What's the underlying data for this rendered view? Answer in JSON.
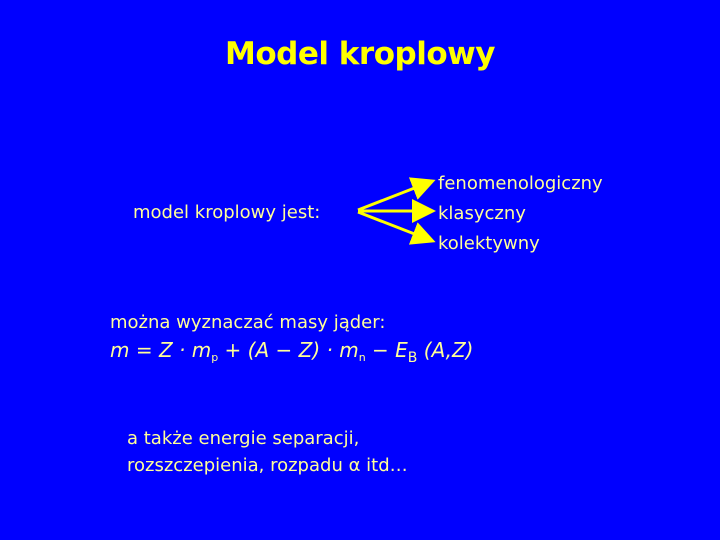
{
  "slide": {
    "title": "Model kroplowy",
    "lead": "model kroplowy jest:",
    "options": [
      "fenomenologiczny",
      "klasyczny",
      "kolektywny"
    ],
    "mass_intro": "można wyznaczać masy jąder:",
    "formula": {
      "m": "m",
      "eq": " = Z · m",
      "mp_sub": "p",
      "mid": " + (A − Z) · m",
      "mn_sub": "n",
      "minus": " − E",
      "eb_sub": "B",
      "args": " (A,Z)"
    },
    "also_line1": "a także energie separacji,",
    "also_line2": "rozszczepienia, rozpadu α itd…"
  },
  "colors": {
    "background": "#0000ff",
    "title": "#ffff00",
    "text": "#ffff99",
    "arrows": "#ffff00"
  }
}
